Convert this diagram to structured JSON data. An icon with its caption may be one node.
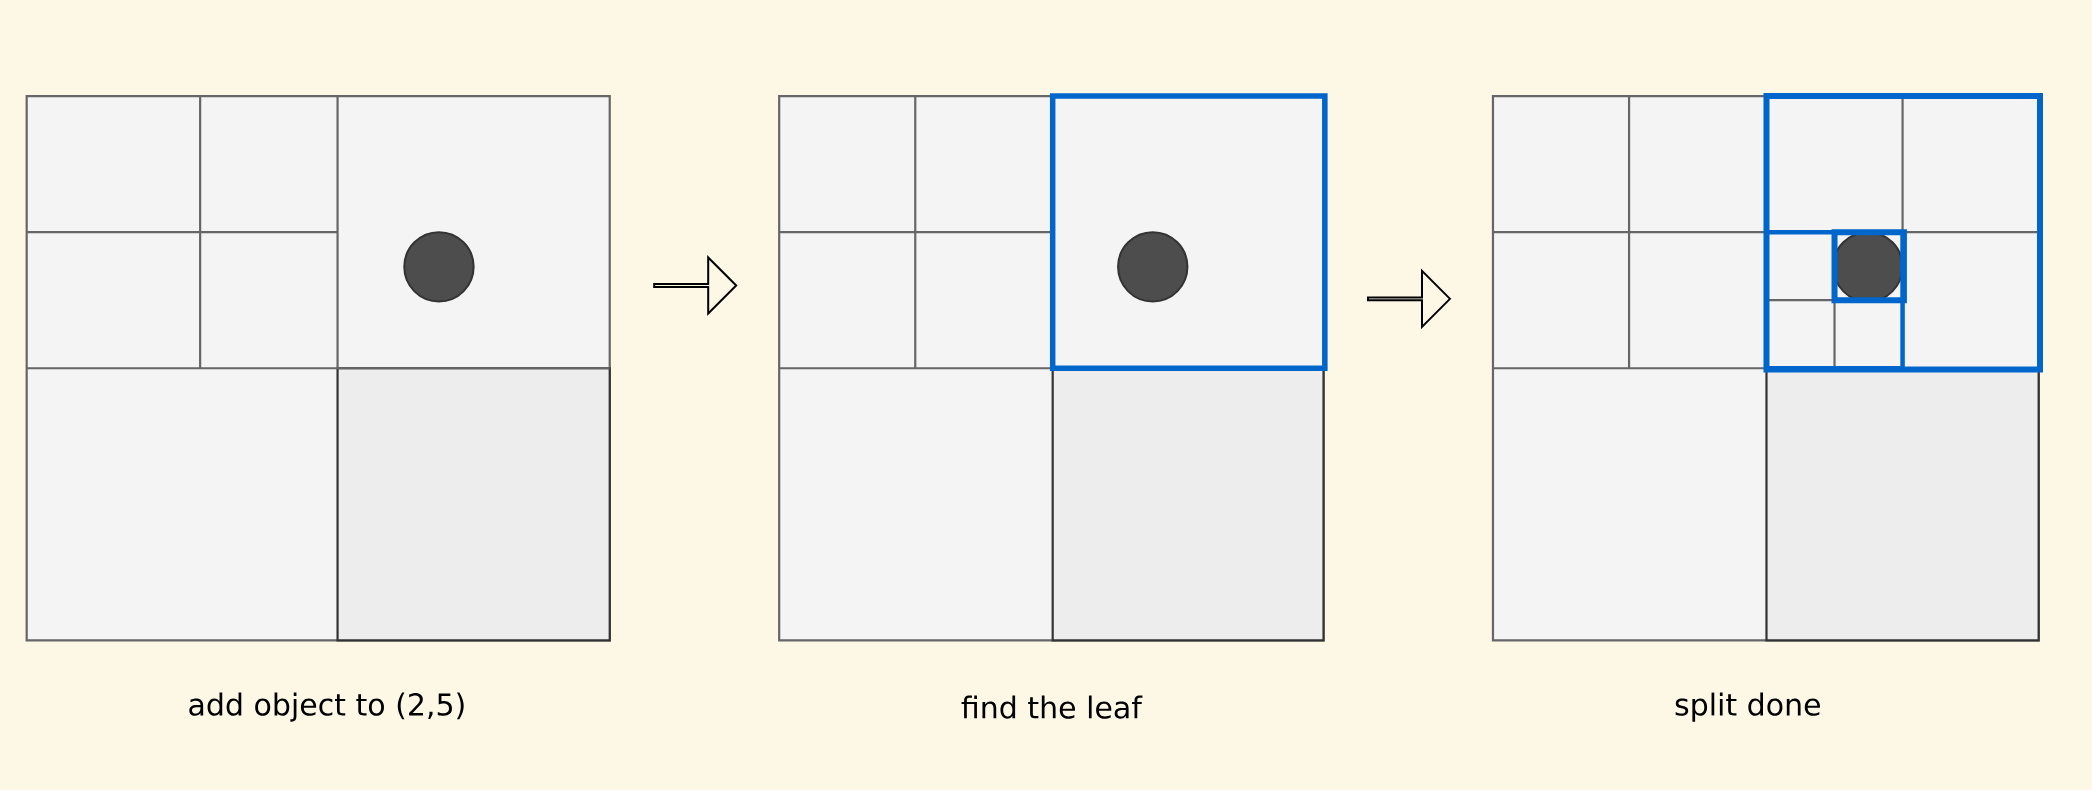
{
  "diagram": {
    "nodes": [
      {
        "text": [
          "add object to (2,5)"
        ]
      },
      {
        "text": [
          "find the leaf"
        ]
      },
      {
        "text": [
          "split done"
        ]
      }
    ],
    "edges": [
      {
        "from": 0,
        "to": 1,
        "arrow": "to"
      },
      {
        "from": 1,
        "to": 2,
        "arrow": "to"
      }
    ]
  }
}
